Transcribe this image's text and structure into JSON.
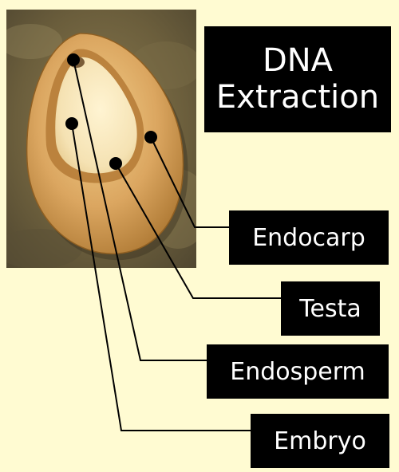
{
  "title": {
    "line1": "DNA",
    "line2": "Extraction"
  },
  "labels": {
    "endocarp": "Endocarp",
    "testa": "Testa",
    "endosperm": "Endosperm",
    "embryo": "Embryo"
  },
  "colors": {
    "background": "#fffbd2",
    "label_box": "#000000",
    "label_text": "#ffffff",
    "leader_line": "#000000"
  }
}
